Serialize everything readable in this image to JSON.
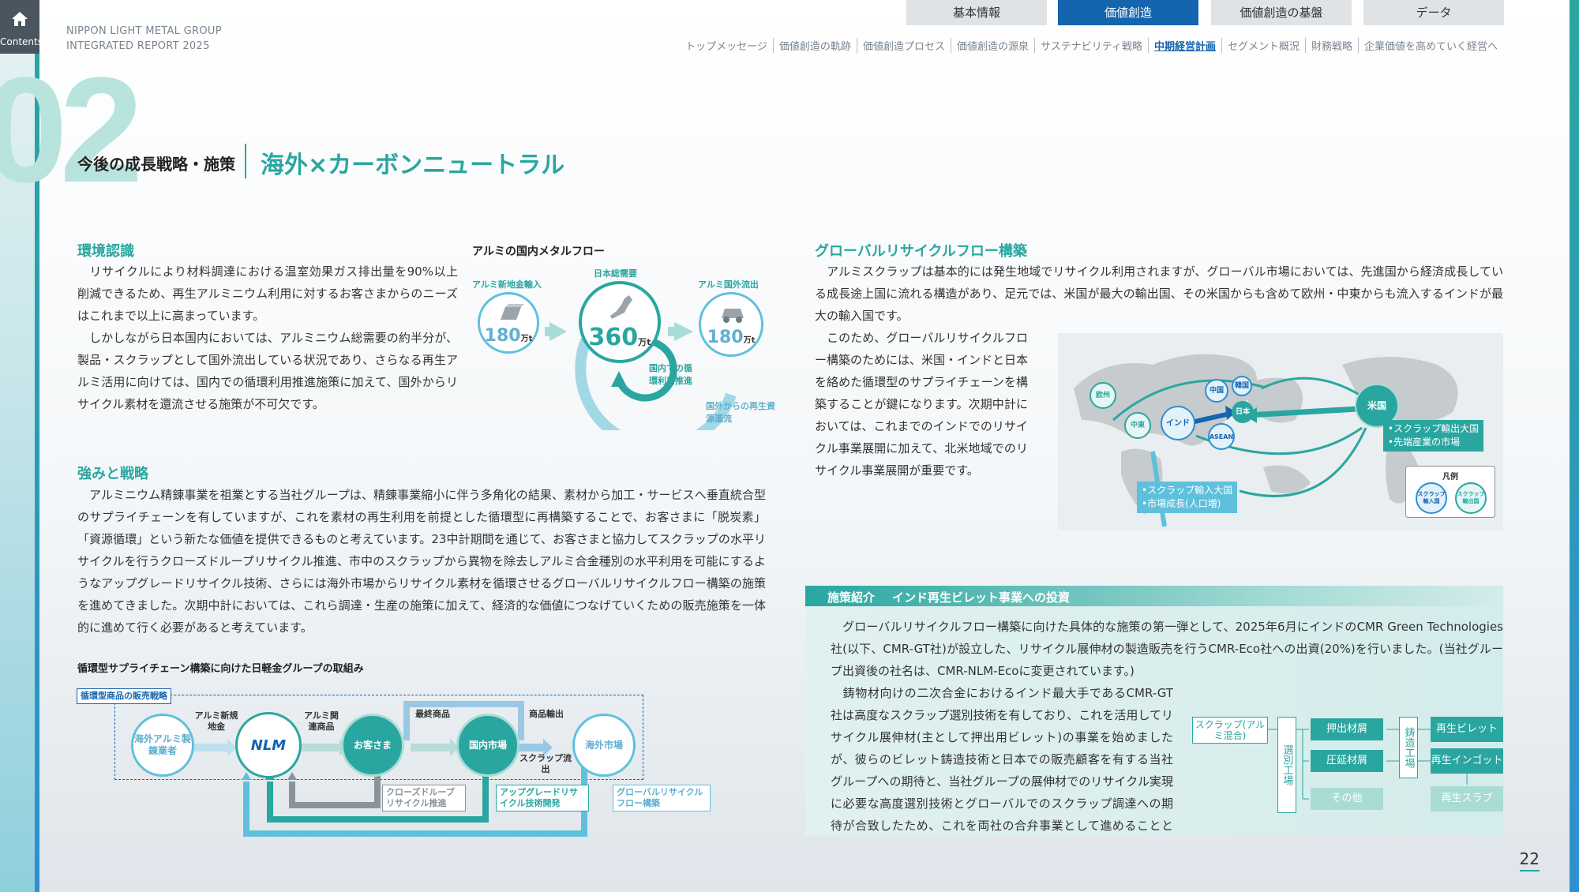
{
  "header": {
    "contents_label": "Contents",
    "brand_line1": "NIPPON LIGHT METAL GROUP",
    "brand_line2": "INTEGRATED REPORT 2025",
    "tabs": [
      "基本情報",
      "価値創造",
      "価値創造の基盤",
      "データ"
    ],
    "subnav": [
      "トップメッセージ",
      "価値創造の軌跡",
      "価値創造プロセス",
      "価値創造の源泉",
      "サステナビリティ戦略",
      "中期経営計画",
      "セグメント概況",
      "財務戦略",
      "企業価値を高めていく経営へ"
    ]
  },
  "section": {
    "number": "02",
    "label": "今後の成長戦略・施策",
    "title": "海外×カーボンニュートラル"
  },
  "env": {
    "heading": "環境認識",
    "p1": "　リサイクルにより材料調達における温室効果ガス排出量を90%以上削減できるため、再生アルミニウム利用に対するお客さまからのニーズはこれまで以上に高まっています。",
    "p2": "　しかしながら日本国内においては、アルミニウム総需要の約半分が、製品・スクラップとして国外流出している状況であり、さらなる再生アルミ活用に向けては、国内での循環利用推進施策に加えて、国外からリサイクル素材を還流させる施策が不可欠です。"
  },
  "metalflow": {
    "title": "アルミの国内メタルフロー",
    "import_label": "アルミ新地金輸入",
    "import_value": "180",
    "demand_label": "日本総需要",
    "demand_value": "360",
    "export_label": "アルミ国外流出",
    "export_value": "180",
    "unit": "万t",
    "domestic_loop": "国内での循環利用推進",
    "overseas_return": "国外からの再生資源還流"
  },
  "strength": {
    "heading": "強みと戦略",
    "p1": "　アルミニウム精錬事業を祖業とする当社グループは、精錬事業縮小に伴う多角化の結果、素材から加工・サービスへ垂直統合型のサプライチェーンを有していますが、これを素材の再生利用を前提とした循環型に再構築することで、お客さまに「脱炭素」「資源循環」という新たな価値を提供できるものと考えています。23中計期間を通じて、お客さまと協力してスクラップの水平リサイクルを行うクローズドループリサイクル推進、市中のスクラップから異物を除去しアルミ合金種別の水平利用を可能にするようなアップグレードリサイクル技術、さらには海外市場からリサイクル素材を循環させるグローバルリサイクルフロー構築の施策を進めてきました。次期中計においては、これら調達・生産の施策に加えて、経済的な価値につなげていくための販売施策を一体的に進めて行く必要があると考えています。"
  },
  "supply": {
    "title": "循環型サプライチェーン構築に向けた日軽金グループの取組み",
    "sales_tag": "循環型商品の販売戦略",
    "n1": "海外アルミ製錬業者",
    "n2": "NLM",
    "n3": "お客さま",
    "n4": "国内市場",
    "n5": "海外市場",
    "a1": "アルミ新規地金",
    "a2": "アルミ関連商品",
    "a3": "最終商品",
    "a4": "商品輸出",
    "a5": "スクラップ流出",
    "t1": "クローズドループリサイクル推進",
    "t2": "アップグレードリサイクル技術開発",
    "t3": "グローバルリサイクルフロー構築"
  },
  "global": {
    "heading": "グローバルリサイクルフロー構築",
    "p1": "　アルミスクラップは基本的には発生地域でリサイクル利用されますが、グローバル市場においては、先進国から経済成長している成長途上国に流れる構造があり、足元では、米国が最大の輸出国、その米国からも含めて欧州・中東からも流入するインドが最大の輸入国です。",
    "p2": "　このため、グローバルリサイクルフロー構築のためには、米国・インドと日本を絡めた循環型のサプライチェーンを構築することが鍵になります。次期中計においては、これまでのインドでのリサイクル事業展開に加えて、北米地域でのリサイクル事業展開が重要です。"
  },
  "map": {
    "eu": "欧州",
    "me": "中東",
    "india": "インド",
    "china": "中国",
    "korea": "韓国",
    "japan": "日本",
    "asean": "ASEAN",
    "us": "米国",
    "us_note1": "•スクラップ輸出大国",
    "us_note2": "•先端産業の市場",
    "in_note1": "•スクラップ輸入大国",
    "in_note2": "•市場成長(人口増)",
    "legend": "凡例",
    "legend_import": "スクラップ輸入国",
    "legend_export": "スクラップ輸出国"
  },
  "intro": {
    "tag": "施策紹介",
    "title": "インド再生ビレット事業への投資",
    "p1": "　グローバルリサイクルフロー構築に向けた具体的な施策の第一弾として、2025年6月にインドのCMR Green Technologies社(以下、CMR-GT社)が設立した、リサイクル展伸材の製造販売を行うCMR-Eco社への出資(20%)を行いました。(当社グループ出資後の社名は、CMR-NLM-Ecoに変更されています。)",
    "p2": "　鋳物材向けの二次合金におけるインド最大手であるCMR-GT社は高度なスクラップ選別技術を有しており、これを活用してリサイクル展伸材(主として押出用ビレット)の事業を始めましたが、彼らのビレット鋳造技術と日本での販売顧客を有する当社グループへの期待と、当社グループの展伸材でのリサイクル実現に必要な高度選別技術とグローバルでのスクラップ調達への期待が合致したため、これを両社の合弁事業として進めることとしました。これにより、再生展伸材の安定供給が可能となります。"
  },
  "flow": {
    "scrap": "スクラップ(アルミ混合)",
    "sort": "選別工場",
    "ext": "押出材屑",
    "press": "圧延材屑",
    "other": "その他",
    "cast": "鋳造工場",
    "billet": "再生ビレット",
    "ingot": "再生インゴット",
    "slab": "再生スラブ"
  },
  "page": "22",
  "colors": {
    "accent": "#2aa6a0",
    "navy": "#1464ae",
    "light_blue": "#5fc0dc"
  }
}
